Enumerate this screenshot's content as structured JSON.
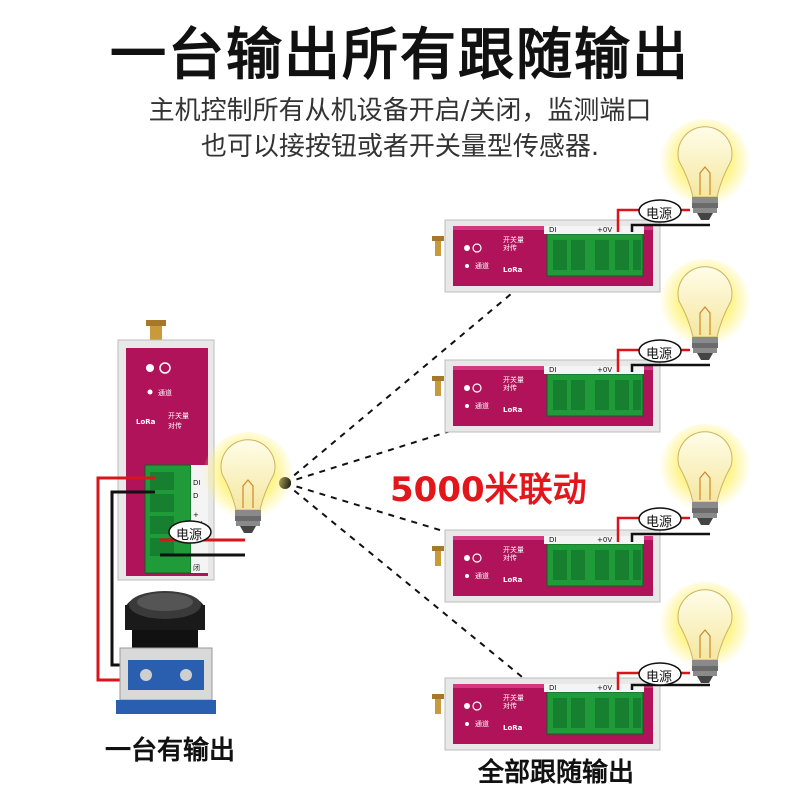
{
  "title": "一台输出所有跟随输出",
  "subtitle_line1": "主机控制所有从机设备开启/关闭，监测端口",
  "subtitle_line2": "也可以接按钮或者开关量型传感器.",
  "distance_label": "5000米联动",
  "caption_left": "一台有输出",
  "caption_right": "全部跟随输出",
  "power_label": "电源",
  "device": {
    "brand": "LoRa",
    "label_channel": "通道",
    "label_switch": "开关量",
    "label_transfer": "对传"
  },
  "colors": {
    "device_body": "#b0135a",
    "terminal": "#1f9b3a",
    "wire_red": "#d9141b",
    "wire_black": "#111111",
    "bulb_glow": "#fff27a",
    "accent_red": "#e3161b"
  }
}
